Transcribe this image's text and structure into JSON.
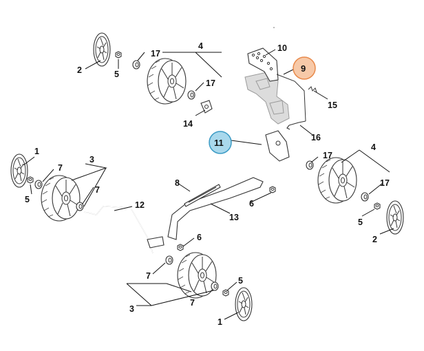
{
  "callouts": {
    "c1_left": "1",
    "c1_bottom": "1",
    "c2_top": "2",
    "c2_right": "2",
    "c3_left": "3",
    "c3_bottom": "3",
    "c4_top": "4",
    "c4_right": "4",
    "c5_top": "5",
    "c5_left": "5",
    "c5_right": "5",
    "c5_bottom": "5",
    "c6_upper": "6",
    "c6_lower": "6",
    "c7_left_a": "7",
    "c7_left_b": "7",
    "c7_bottom_a": "7",
    "c7_bottom_b": "7",
    "c8": "8",
    "c9": "9",
    "c10": "10",
    "c11": "11",
    "c12": "12",
    "c13": "13",
    "c14": "14",
    "c15": "15",
    "c16": "16",
    "c17_top_a": "17",
    "c17_top_b": "17",
    "c17_right_a": "17",
    "c17_right_b": "17"
  },
  "colors": {
    "badge_orange_fill": "#f7c9a8",
    "badge_orange_stroke": "#e8894a",
    "badge_blue_fill": "#a9d8ec",
    "badge_blue_stroke": "#3a9ac4"
  }
}
